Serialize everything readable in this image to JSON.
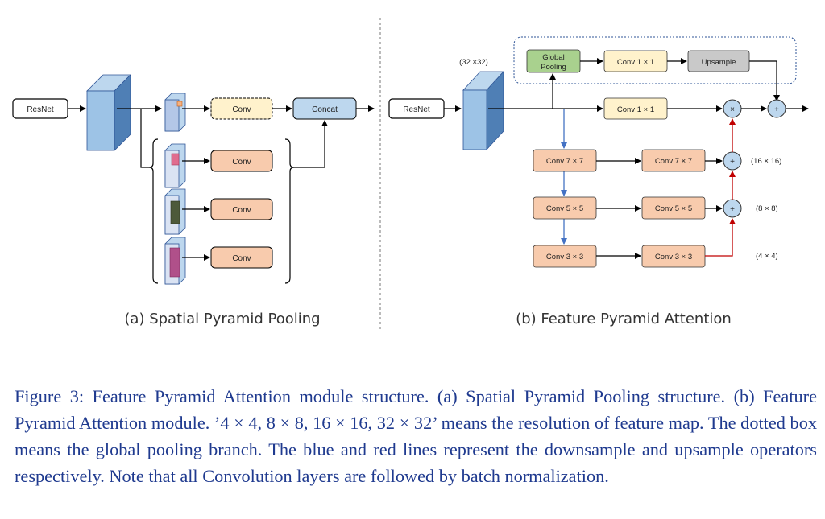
{
  "panel_a": {
    "resnet_label": "ResNet",
    "conv_labels": [
      "Conv",
      "Conv",
      "Conv",
      "Conv"
    ],
    "concat_label": "Concat",
    "subcaption": "(a) Spatial Pyramid Pooling"
  },
  "panel_b": {
    "resnet_label": "ResNet",
    "feature_size": "(32 ×32)",
    "global_pooling_label": [
      "Global",
      "Pooling"
    ],
    "global_conv_label": "Conv 1 × 1",
    "upsample_label": "Upsample",
    "main_conv_label": "Conv 1 × 1",
    "multiply_symbol": "×",
    "plus_symbol": "+",
    "down_convs": [
      "Conv 7 × 7",
      "Conv 5 × 5",
      "Conv 3 × 3"
    ],
    "side_convs": [
      "Conv 7 × 7",
      "Conv 5 × 5",
      "Conv 3 × 3"
    ],
    "resolutions": [
      "(16 × 16)",
      "(8 × 8)",
      "(4 × 4)"
    ],
    "subcaption": "(b) Feature Pyramid Attention"
  },
  "caption": "Figure 3: Feature Pyramid Attention module structure. (a) Spatial Pyramid Pooling structure. (b) Feature Pyramid Attention module. ’4 × 4, 8 × 8, 16 × 16, 32 × 32’ means the resolution of feature map. The dotted box means the global pooling branch. The blue and red lines represent the downsample and upsample operators respectively. Note that all Convolution layers are followed by batch normalization.",
  "colors": {
    "conv_orange": "#f8cbad",
    "conv_yellow": "#fff2cc",
    "concat_blue": "#bdd7ee",
    "global_green": "#a9d18e",
    "upsample_gray": "#c9c9c9",
    "feature_blue": "#9dc3e6",
    "down_line": "#4472c4",
    "up_line": "#c00000",
    "caption_text": "#1f3a8f"
  }
}
